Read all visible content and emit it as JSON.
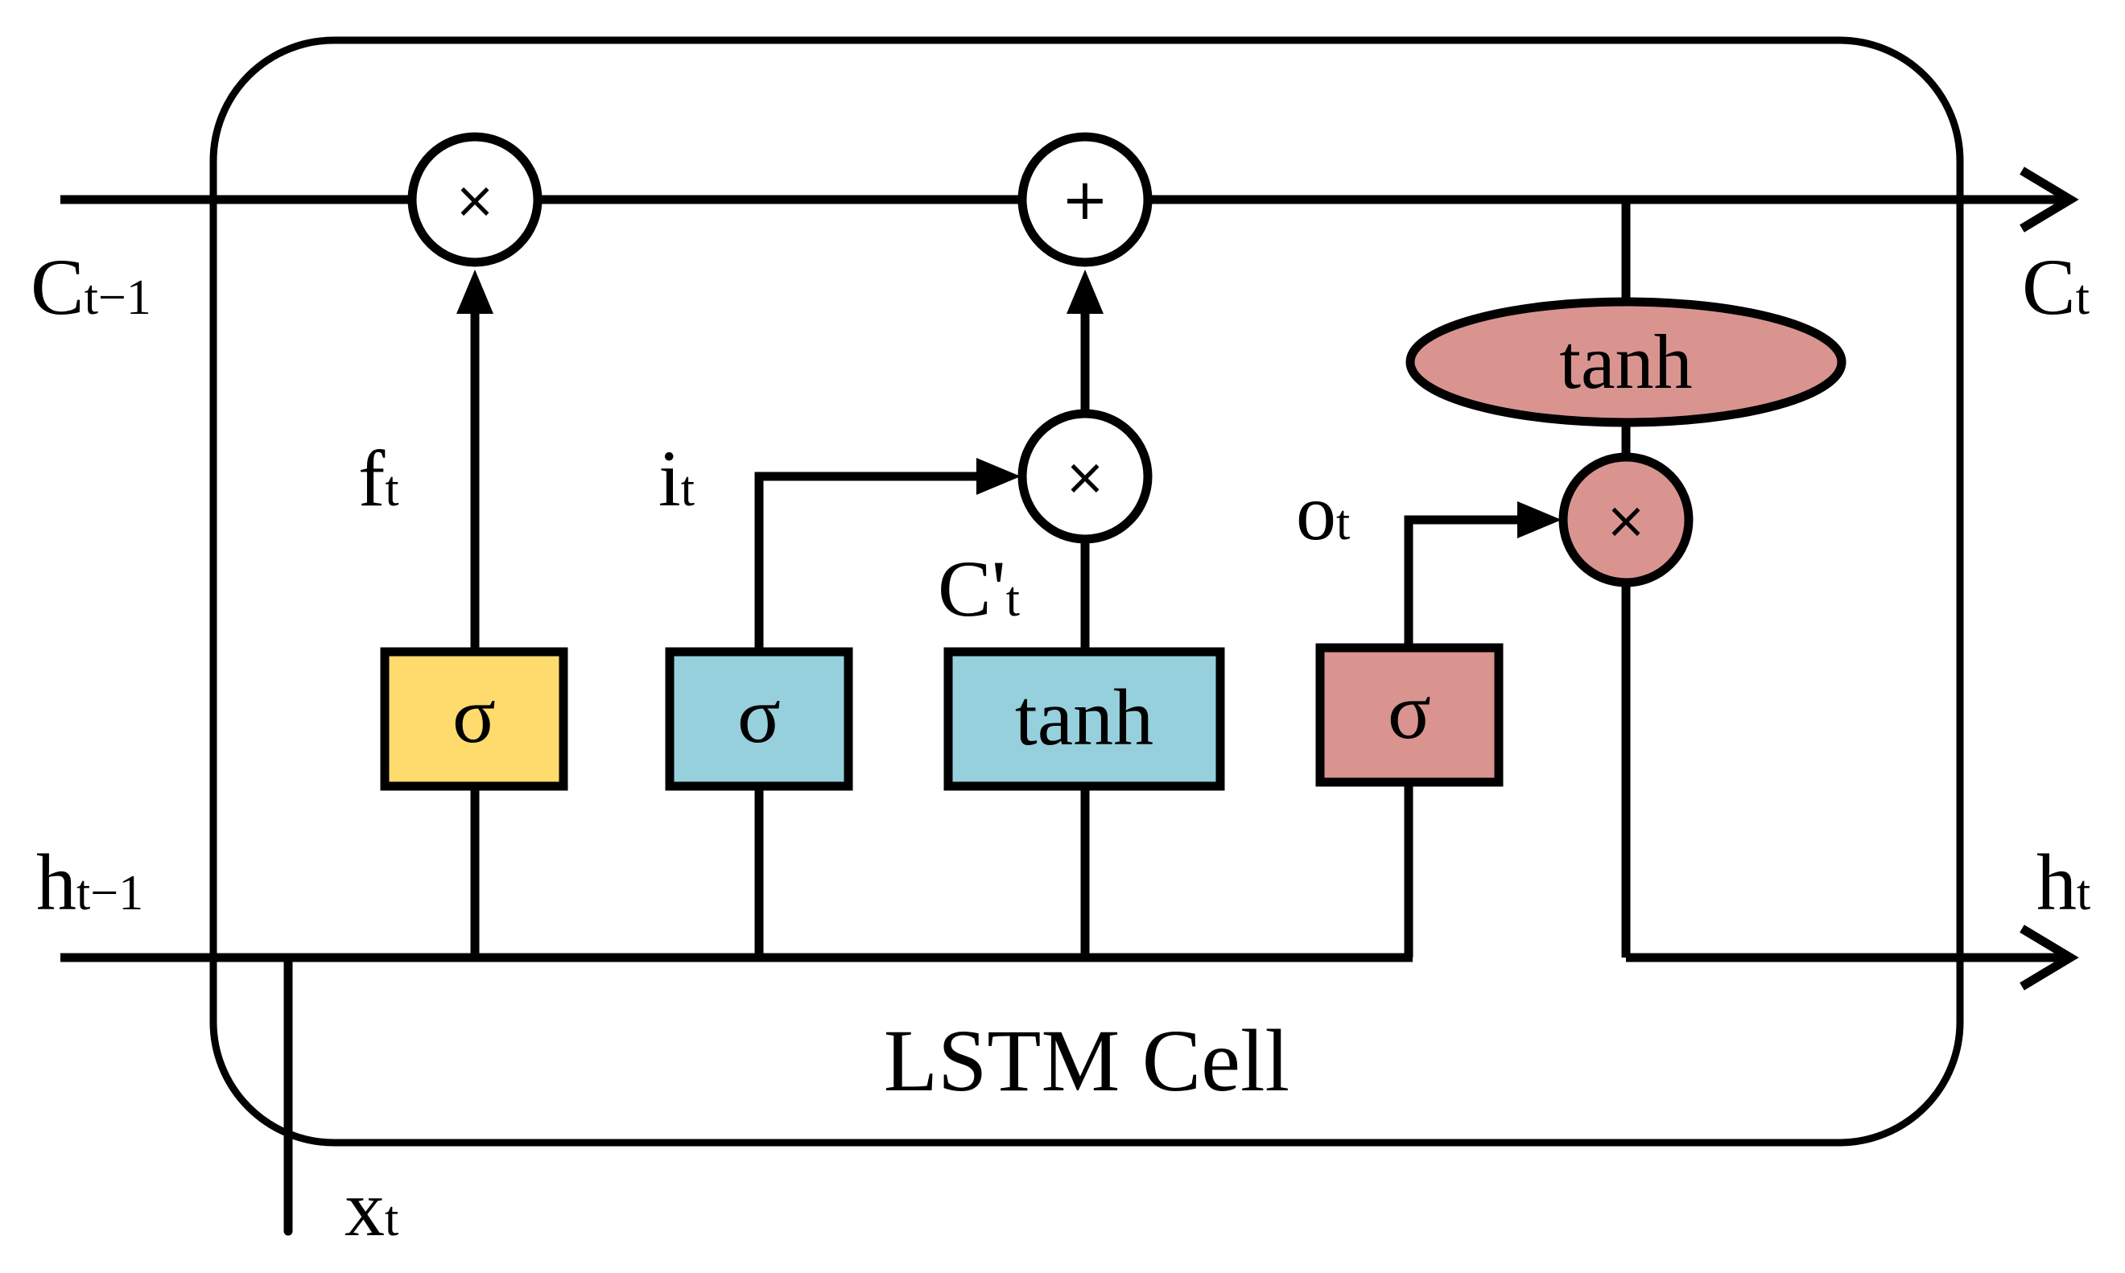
{
  "cell": {
    "title": "LSTM Cell"
  },
  "inputs": {
    "c_prev": {
      "base": "C",
      "sub": "t−1"
    },
    "h_prev": {
      "base": "h",
      "sub": "t−1"
    },
    "x": {
      "base": "x",
      "sub": "t"
    }
  },
  "outputs": {
    "c_next": {
      "base": "C",
      "sub": "t"
    },
    "h_next": {
      "base": "h",
      "sub": "t"
    }
  },
  "gates": {
    "forget": {
      "symbol": "σ",
      "label_base": "f",
      "label_sub": "t"
    },
    "input": {
      "symbol": "σ",
      "label_base": "i",
      "label_sub": "t"
    },
    "candidate": {
      "symbol": "tanh",
      "label_base": "C'",
      "label_sub": "t"
    },
    "output": {
      "symbol": "σ",
      "label_base": "o",
      "label_sub": "t"
    }
  },
  "ops": {
    "forget_mult": "×",
    "add": "+",
    "input_mult": "×",
    "output_mult": "×",
    "output_tanh": "tanh"
  },
  "colors": {
    "forget_gate": "#FFDB6E",
    "input_gates": "#96D0DD",
    "output_gates": "#D99490",
    "line": "#000000"
  }
}
